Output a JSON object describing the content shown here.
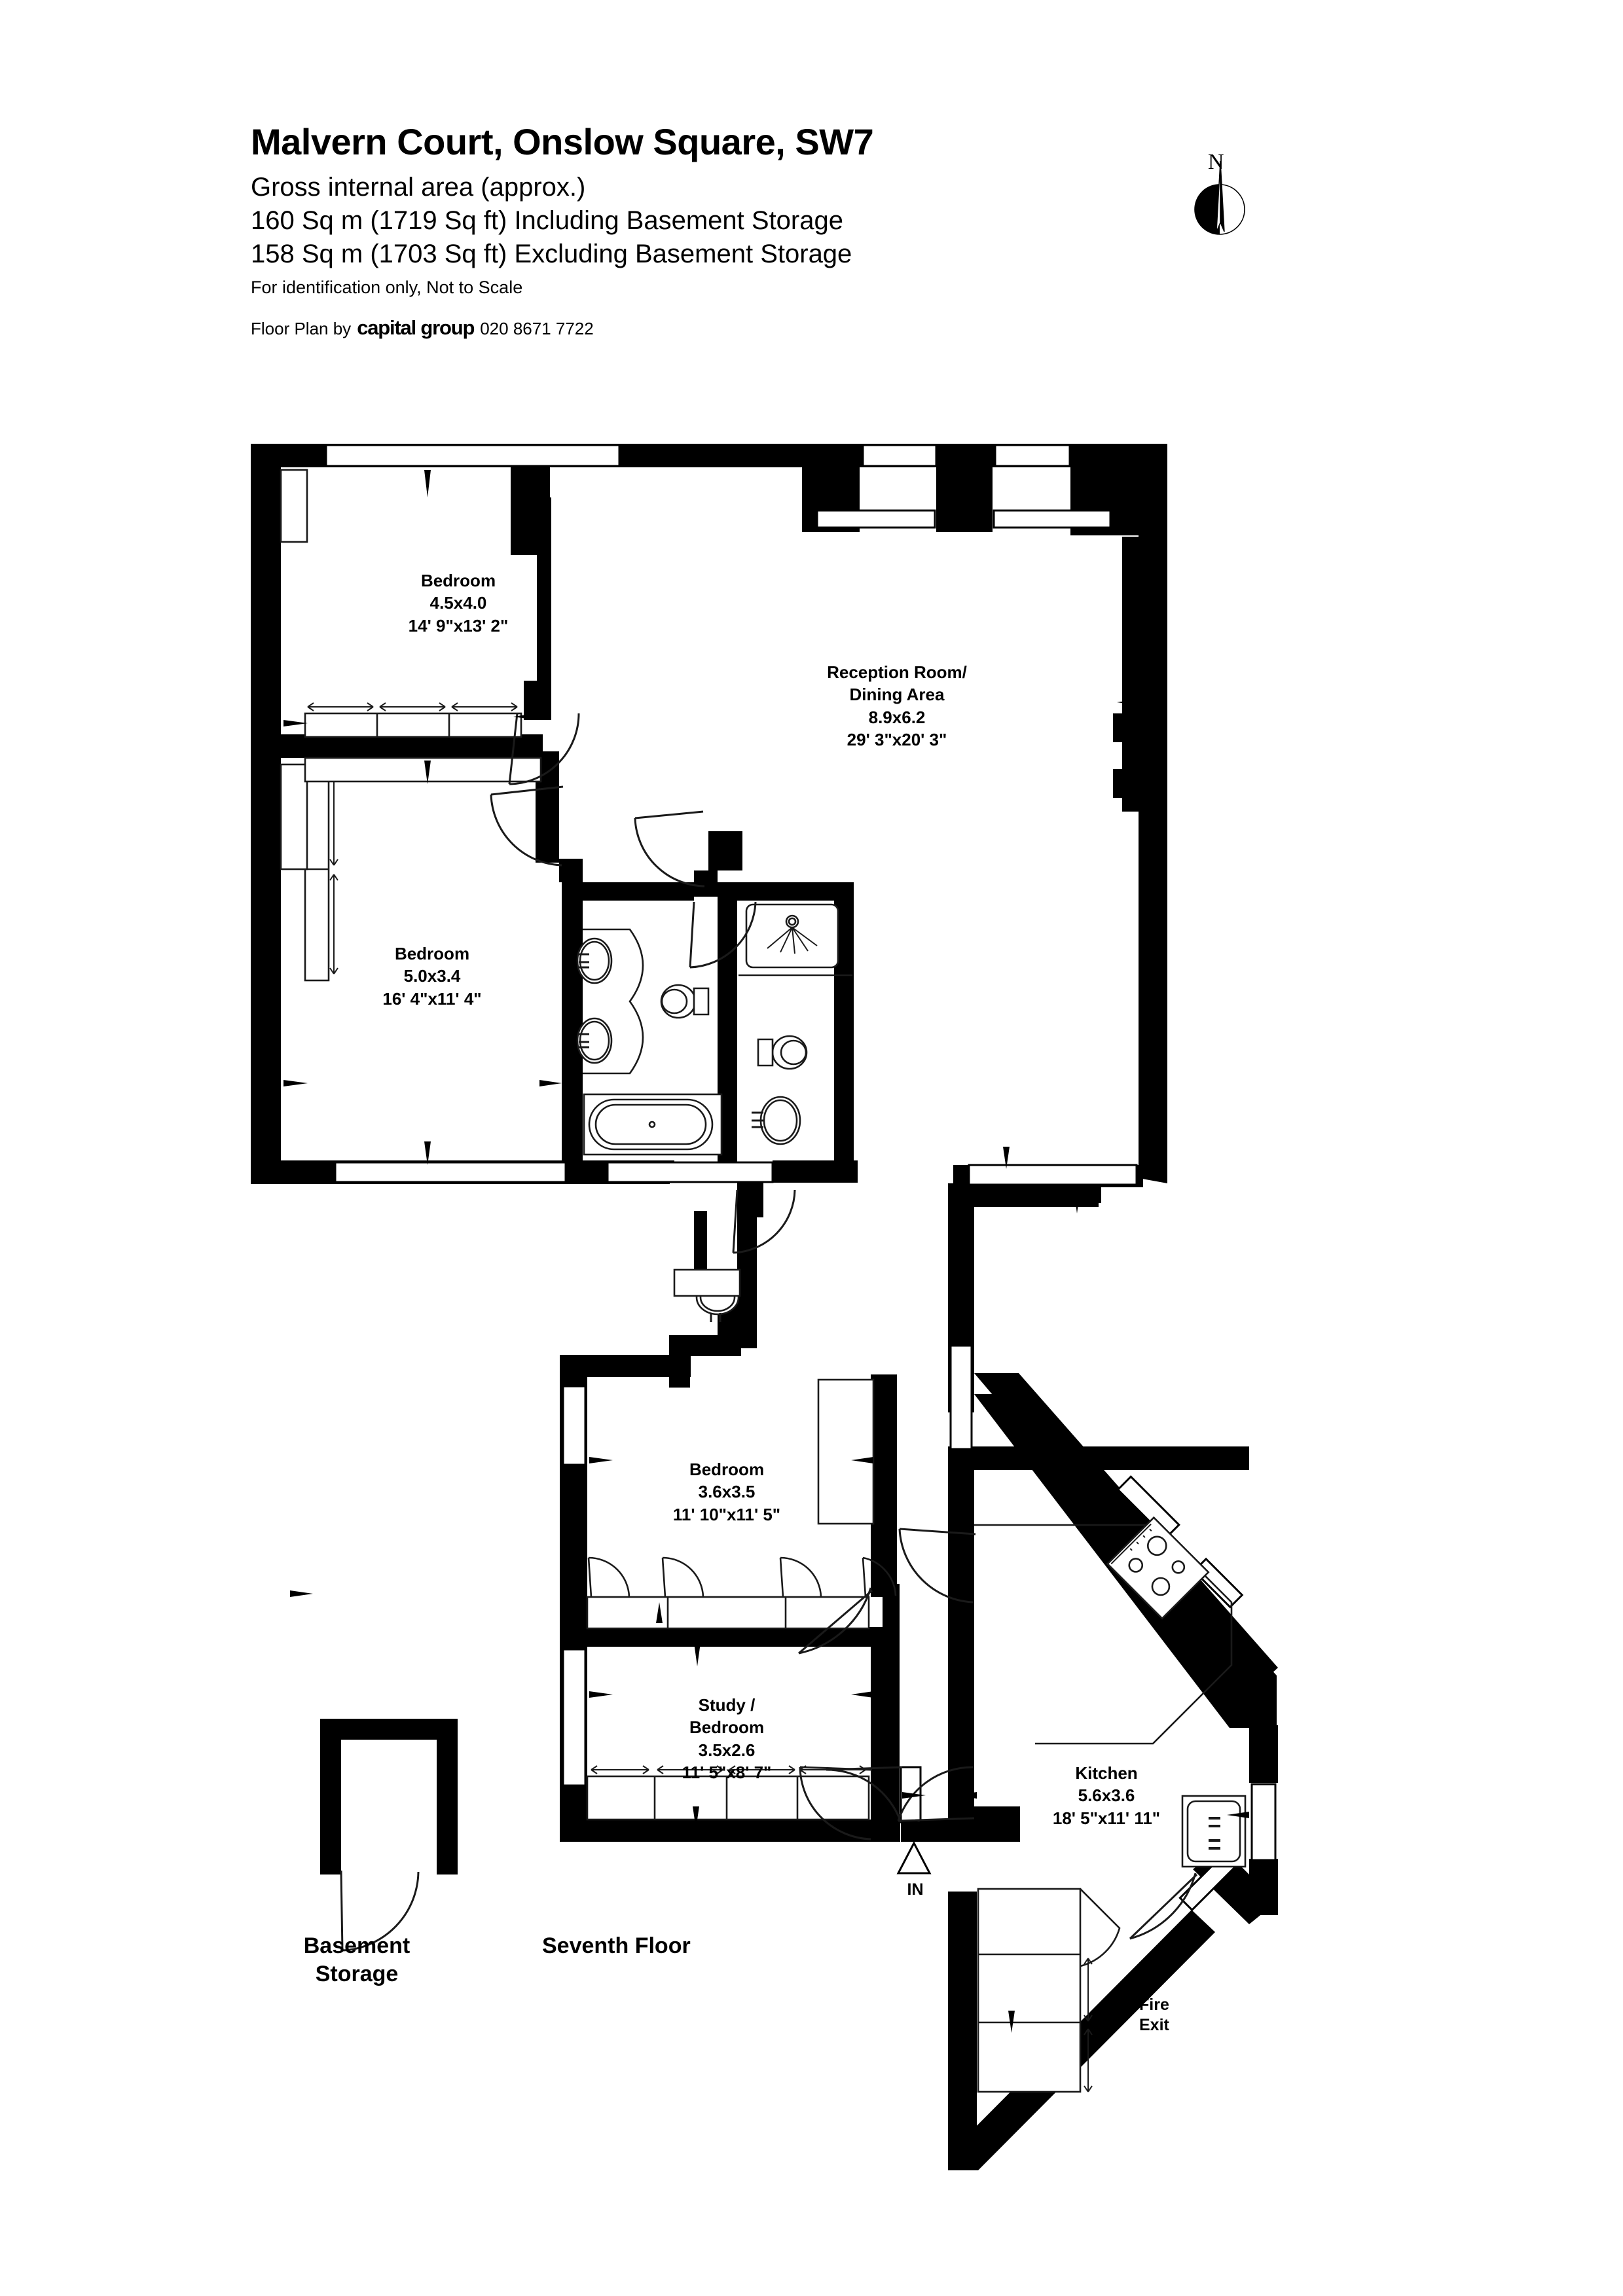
{
  "header": {
    "title": "Malvern Court, Onslow Square, SW7",
    "gross_area_line": "Gross internal area (approx.)",
    "area_including": "160 Sq m (1719 Sq ft) Including Basement Storage",
    "area_excluding": "158 Sq m (1703 Sq ft) Excluding Basement Storage",
    "disclaimer": "For identification only, Not to Scale",
    "credit_prefix": "Floor Plan by",
    "brand": "capital group",
    "phone": "020 8671 7722"
  },
  "compass": {
    "north_label": "N"
  },
  "rooms": [
    {
      "name": "Bedroom",
      "metric": "4.5x4.0",
      "imperial": "14' 9\"x13' 2\""
    },
    {
      "name": "Reception Room/\nDining Area",
      "name_line1": "Reception Room/",
      "name_line2": "Dining Area",
      "metric": "8.9x6.2",
      "imperial": "29' 3\"x20' 3\""
    },
    {
      "name": "Bedroom",
      "metric": "5.0x3.4",
      "imperial": "16' 4\"x11' 4\""
    },
    {
      "name": "Bedroom",
      "metric": "3.6x3.5",
      "imperial": "11' 10\"x11' 5\""
    },
    {
      "name_line1": "Study /",
      "name_line2": "Bedroom",
      "metric": "3.5x2.6",
      "imperial": "11' 5\"x8' 7\""
    },
    {
      "name": "Kitchen",
      "metric": "5.6x3.6",
      "imperial": "18' 5\"x11' 11\""
    }
  ],
  "floor_labels": {
    "basement": "Basement\nStorage",
    "basement_line1": "Basement",
    "basement_line2": "Storage",
    "seventh": "Seventh Floor"
  },
  "markers": {
    "entrance": "IN",
    "fire_exit_line1": "Fire",
    "fire_exit_line2": "Exit"
  },
  "colors": {
    "wall": "#000000",
    "background": "#ffffff",
    "fixture_line": "#1a1a1a"
  }
}
